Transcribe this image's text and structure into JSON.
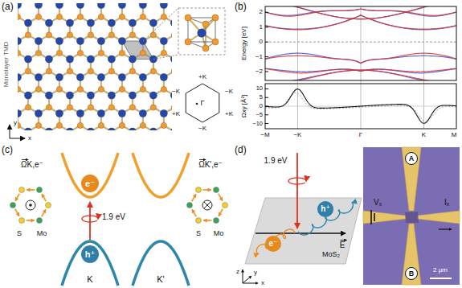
{
  "diagram": {
    "nodes": [
      {
        "text": [
          "Γ"
        ]
      },
      {
        "text": [
          "e⁻"
        ]
      },
      {
        "text": [
          "h⁺"
        ]
      },
      {
        "text": [
          "h⁺"
        ]
      },
      {
        "text": [
          "e⁻"
        ]
      },
      {
        "text": [
          "A"
        ]
      },
      {
        "text": [
          "B"
        ]
      }
    ],
    "labels": [
      "(a)",
      "Monolayer TMD",
      "+K",
      "−K",
      "−K",
      "+K",
      "+K",
      "−K",
      "y",
      "x",
      "(b)",
      "2",
      "1",
      "0",
      "−1",
      "−2",
      "Energy [eV]",
      "10",
      "5",
      "0",
      "−5",
      "−10",
      "Ωxy [Å²]",
      "−M",
      "−K",
      "Γ",
      "K",
      "M",
      "(c)",
      "ΩK,e⁻",
      "S",
      "Mo",
      "1.9 eV",
      "K",
      "K'",
      "ΩK',e⁻",
      "S",
      "Mo",
      "(d)",
      "1.9 eV",
      "z",
      "y",
      "x",
      "E",
      "MoS₂",
      "Vₓ",
      "Iₓ",
      "2 μm"
    ]
  }
}
